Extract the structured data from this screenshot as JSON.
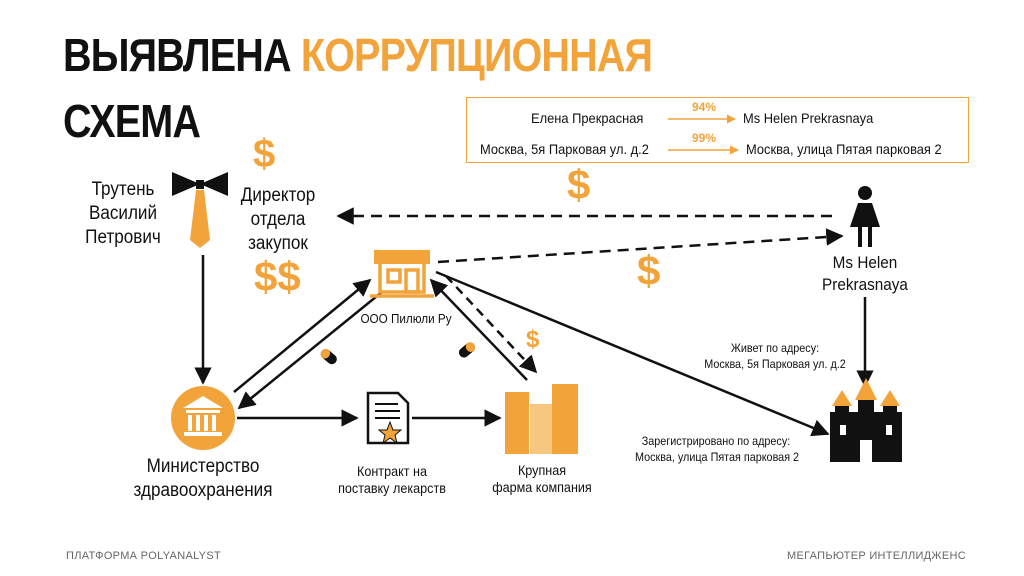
{
  "title": {
    "line1_black": "ВЫЯВЛЕНА",
    "line1_orange": "КОРРУПЦИОННАЯ",
    "line2": "СХЕМА"
  },
  "match_box": {
    "rows": [
      {
        "left": "Елена Прекрасная",
        "percent": "94%",
        "right": "Ms Helen Prekrasnaya"
      },
      {
        "left": "Москва, 5я Парковая ул. д.2",
        "percent": "99%",
        "right": "Москва, улица Пятая парковая  2"
      }
    ]
  },
  "person_official": {
    "line1": "Трутень",
    "line2": "Василий",
    "line3": "Петрович"
  },
  "director_label": {
    "line1": "Директор",
    "line2": "отдела",
    "line3": "закупок"
  },
  "company_pilyuli": "ООО Пилюли Ру",
  "ministry": {
    "line1": "Министерство",
    "line2": "здравоохранения"
  },
  "contract": {
    "line1": "Контракт на",
    "line2": "поставку лекарств"
  },
  "pharma": {
    "line1": "Крупная",
    "line2": "фарма компания"
  },
  "helen": {
    "line1": "Ms Helen",
    "line2": "Prekrasnaya"
  },
  "lives_at": {
    "line1": "Живет по адресу:",
    "line2": "Москва, 5я Парковая ул. д.2"
  },
  "registered_at": {
    "line1": "Зарегистрировано по адресу:",
    "line2": "Москва, улица Пятая парковая  2"
  },
  "dollars": {
    "top": "$",
    "double": "$$",
    "box": "$",
    "mid": "$",
    "small": "$"
  },
  "footer": {
    "left": "ПЛАТФОРМА POLYANALYST",
    "right": "МЕГАПЬЮТЕР ИНТЕЛЛИДЖЕНС"
  },
  "colors": {
    "accent": "#f2a33a",
    "ink": "#111111"
  }
}
